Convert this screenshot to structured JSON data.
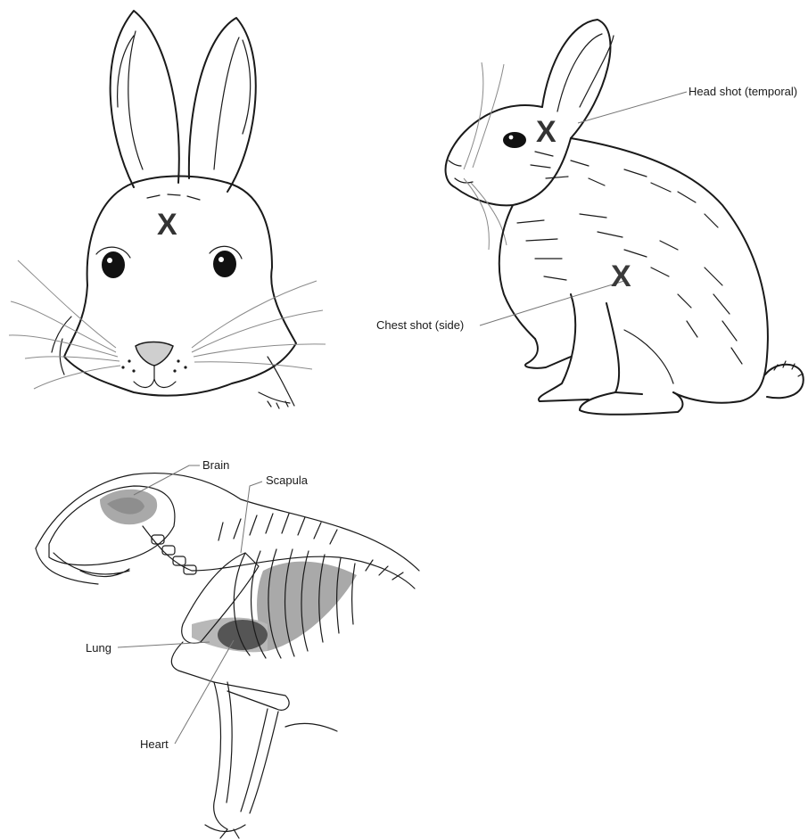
{
  "labels": {
    "head_shot": "Head shot (temporal)",
    "chest_shot": "Chest shot (side)",
    "brain": "Brain",
    "scapula": "Scapula",
    "lung": "Lung",
    "heart": "Heart"
  },
  "marks": {
    "front_x": "X",
    "head_x": "X",
    "chest_x": "X"
  },
  "colors": {
    "ink": "#1a1a1a",
    "mark": "#333333",
    "organ_light": "#a9a9a9",
    "organ_dark": "#555555",
    "leader": "#777777"
  }
}
